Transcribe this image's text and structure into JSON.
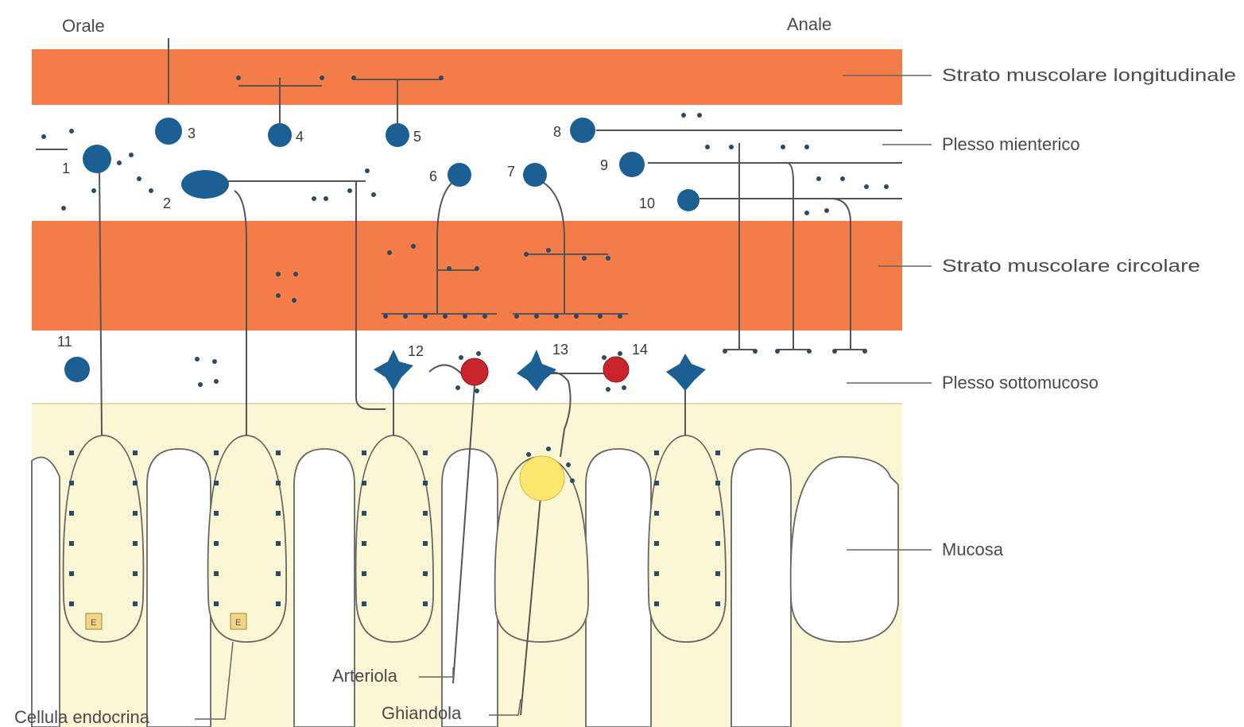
{
  "orientation": {
    "oral": "Orale",
    "anal": "Anale"
  },
  "layers": {
    "longitudinal": "Strato muscolare longitudinale",
    "myenteric": "Plesso mienterico",
    "circular": "Strato muscolare circolare",
    "submucosal": "Plesso sottomucoso",
    "mucosa": "Mucosa"
  },
  "neurons": [
    "1",
    "2",
    "3",
    "4",
    "5",
    "6",
    "7",
    "8",
    "9",
    "10",
    "11",
    "12",
    "13",
    "14"
  ],
  "structures": {
    "arteriole": "Arteriola",
    "gland": "Ghiandola",
    "endocrine": "Cellula endocrina",
    "endocrine_mark": "E"
  },
  "colors": {
    "muscle": "#f47c48",
    "mucosa": "#fbf7d4",
    "neuron": "#1b5f93",
    "arteriole": "#c8252c",
    "gland": "#fde66d",
    "endocrine": "#f4d486"
  }
}
